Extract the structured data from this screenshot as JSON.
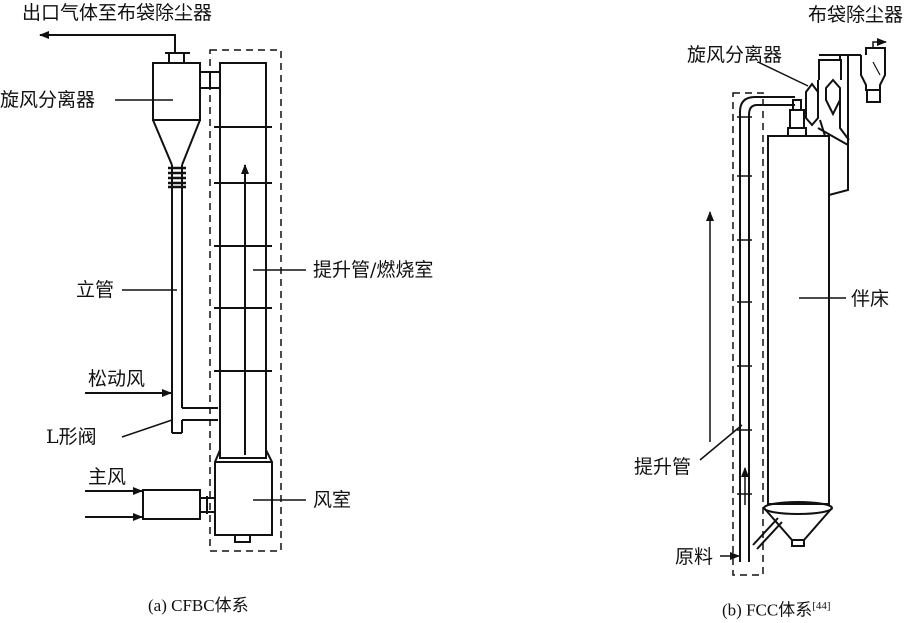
{
  "left_figure": {
    "labels": {
      "outlet": "出口气体至布袋除尘器",
      "cyclone": "旋风分离器",
      "standpipe": "立管",
      "aeration": "松动风",
      "l_valve": "L形阀",
      "main_air": "主风",
      "riser": "提升管/燃烧室",
      "windbox": "风室"
    },
    "caption": "(a) CFBC体系"
  },
  "right_figure": {
    "labels": {
      "baghouse": "布袋除尘器",
      "cyclone": "旋风分离器",
      "bed": "伴床",
      "riser": "提升管",
      "feed": "原料"
    },
    "caption": "(b) FCC体系",
    "caption_ref": "[44]"
  }
}
